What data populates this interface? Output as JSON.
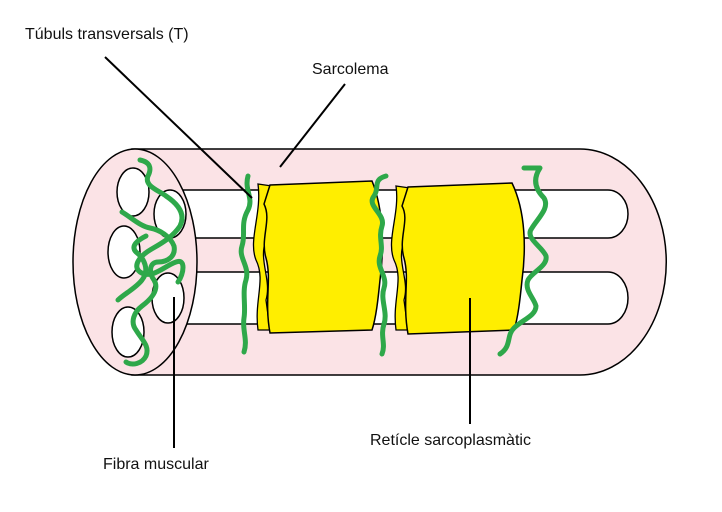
{
  "labels": {
    "tubuls_t": "Túbuls transversals (T)",
    "sarcolema": "Sarcolema",
    "fibra_muscular": "Fibra muscular",
    "reticle": "Retícle sarcoplasmàtic"
  },
  "colors": {
    "sarcolemma_fill": "#fbe3e6",
    "fiber_fill": "#ffffff",
    "reticulum_fill": "#ffee00",
    "tubule_stroke": "#2ea84a",
    "outline": "#000000"
  }
}
